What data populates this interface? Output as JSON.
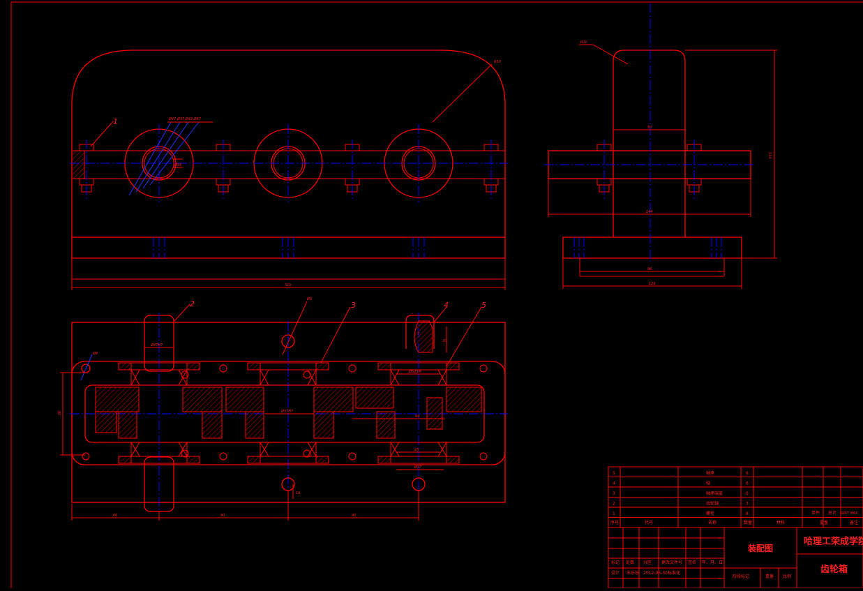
{
  "drawing": {
    "part_numbers": [
      "1",
      "2",
      "3",
      "4",
      "5"
    ],
    "dimensions": {
      "front_width": "310",
      "side_top_width": "50",
      "side_mid_width": "144",
      "side_base_inner": "96",
      "side_base_width": "126",
      "side_height": "144",
      "side_radius": "R10",
      "front_radius": "R50",
      "plan_bottom_1": "60",
      "plan_bottom_2": "90",
      "plan_bottom_3": "90",
      "plan_left_height": "80",
      "plan_hole_top": "Ø9",
      "plan_hole_left": "Ø8",
      "shaft_dia_1": "Ø47H7",
      "shaft_dia_2": "Ø37H7",
      "bore_dia": "Ø52J06",
      "key_len": "94",
      "small_dim_1": "20",
      "small_dim_2": "25",
      "small_dim_3": "Ø37",
      "small_dim_4": "7",
      "small_dim_5": "Ø16",
      "small_dim_6": "10",
      "hole_callout": "Ø47  Ø37  Ø42  Ø47"
    }
  },
  "parts_list": {
    "rows": [
      {
        "no": "5",
        "name": "轴承",
        "qty": "6"
      },
      {
        "no": "4",
        "name": "轴",
        "qty": "6"
      },
      {
        "no": "3",
        "name": "轴承端盖",
        "qty": "6"
      },
      {
        "no": "2",
        "name": "齿轮轴",
        "qty": "3"
      },
      {
        "no": "1",
        "name": "螺栓",
        "qty": "8",
        "extra_1": "单件",
        "extra_2": "总计",
        "extra_3": "GB/T M6X"
      }
    ],
    "header": [
      "序号",
      "代号",
      "名称",
      "数量",
      "材料",
      "重量",
      "备注"
    ]
  },
  "title_block": {
    "drawing_type": "装配图",
    "school": "哈理工荣成学院",
    "part_title": "齿轮箱",
    "mini_headers": [
      "标记",
      "处数",
      "分区",
      "更改文件号",
      "签名",
      "年、月、日"
    ],
    "mini_row2": [
      "设计",
      "朱乐乐",
      "2012-06-30",
      "标准化"
    ],
    "stage_label": "阶段标记",
    "weight_label": "重量",
    "scale_label": "比例"
  }
}
